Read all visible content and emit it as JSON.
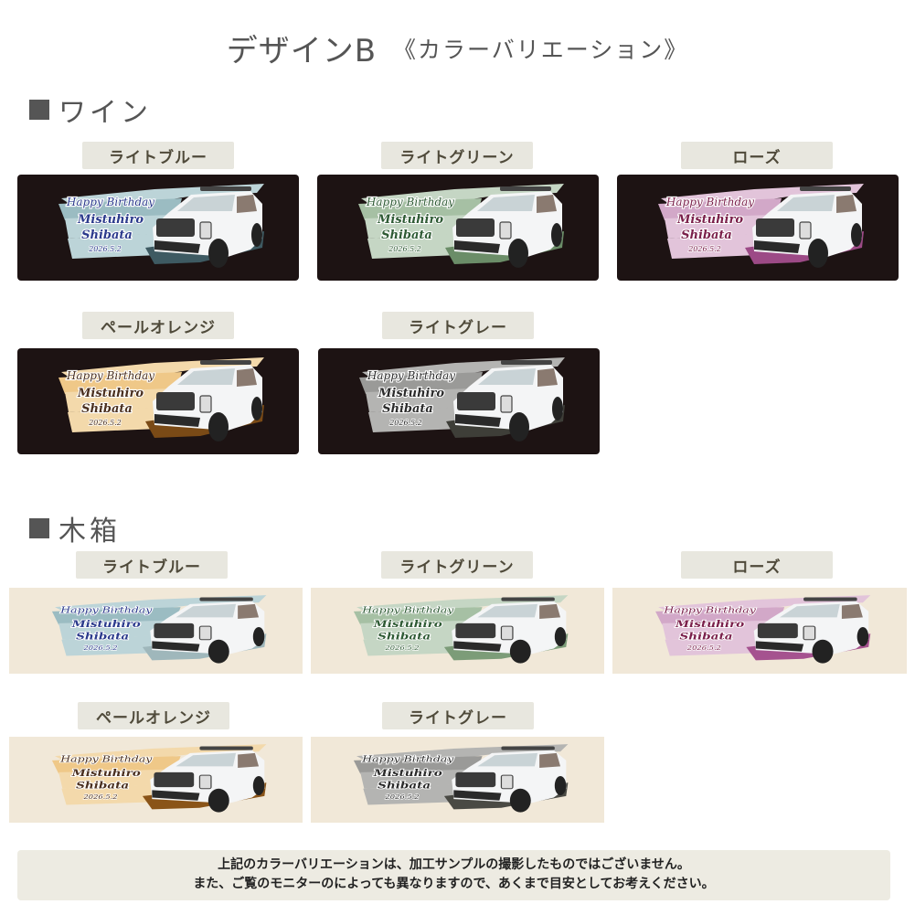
{
  "header": {
    "title": "デザインB",
    "subtitle": "《カラーバリエーション》"
  },
  "sections": [
    {
      "name": "ワイン",
      "background": "#1d1313",
      "variants": [
        {
          "label": "ライトブルー",
          "brush": "#bcd4d8",
          "brush_dark": "#9bbcc2",
          "text": "#2b3a8c",
          "shadow": "#3e5a62"
        },
        {
          "label": "ライトグリーン",
          "brush": "#c5d6c4",
          "brush_dark": "#a6c0a4",
          "text": "#2e5a34",
          "shadow": "#6b8d68"
        },
        {
          "label": "ローズ",
          "brush": "#e2c4da",
          "brush_dark": "#d2a8c8",
          "text": "#7a1f4a",
          "shadow": "#9c4a86"
        },
        {
          "label": "ペールオレンジ",
          "brush": "#f3d9ab",
          "brush_dark": "#efc888",
          "text": "#4a2f1e",
          "shadow": "#7a4a16"
        },
        {
          "label": "ライトグレー",
          "brush": "#b4b4b2",
          "brush_dark": "#9a9a98",
          "text": "#2a2a2a",
          "shadow": "#3e3e38"
        }
      ]
    },
    {
      "name": "木箱",
      "background": "#f1e8d8",
      "variants": [
        {
          "label": "ライトブルー",
          "brush": "#bcd4d8",
          "brush_dark": "#9bbcc2",
          "text": "#2b3a8c",
          "shadow": "#9fb7bb"
        },
        {
          "label": "ライトグリーン",
          "brush": "#c5d6c4",
          "brush_dark": "#a6c0a4",
          "text": "#2e5a34",
          "shadow": "#7c9c78"
        },
        {
          "label": "ローズ",
          "brush": "#e2c4da",
          "brush_dark": "#d2a8c8",
          "text": "#7a1f4a",
          "shadow": "#a5528f"
        },
        {
          "label": "ペールオレンジ",
          "brush": "#f3d9ab",
          "brush_dark": "#efc888",
          "text": "#4a2f1e",
          "shadow": "#8a5418"
        },
        {
          "label": "ライトグレー",
          "brush": "#b4b4b2",
          "brush_dark": "#9a9a98",
          "text": "#2a2a2a",
          "shadow": "#4a4a44"
        }
      ]
    }
  ],
  "engraving": {
    "line1": "Happy Birthday",
    "line2": "Mistuhiro",
    "line3": "Shibata",
    "date": "2026.5.2"
  },
  "note": {
    "line1": "上記のカラーバリエーションは、加工サンプルの撮影したものではございません。",
    "line2": "また、ご覧のモニターのによっても異なりますので、あくまで目安としてお考えください。"
  }
}
